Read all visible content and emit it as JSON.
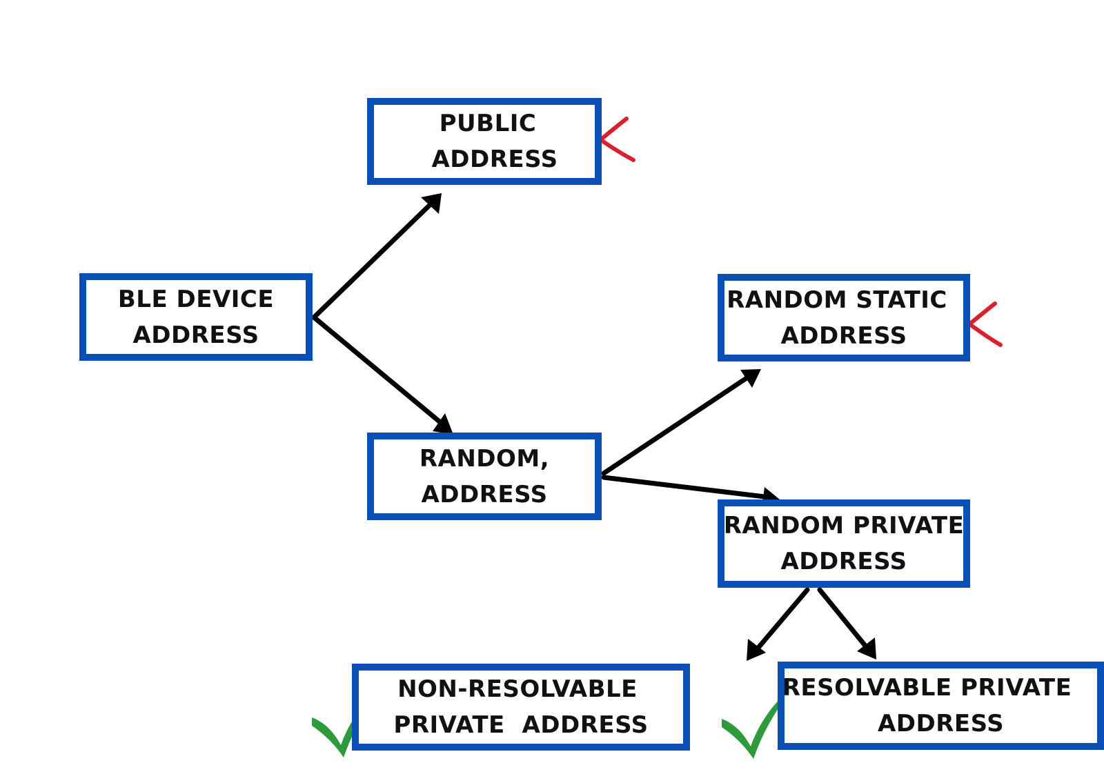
{
  "nodes": {
    "public_address": {
      "line1": "PUBLIC",
      "line2": "ADDRESS",
      "status": "rejected"
    },
    "ble_device_address": {
      "line1": "BLE DEVICE",
      "line2": "ADDRESS"
    },
    "random_address": {
      "line1": "RANDOM,",
      "line2": "ADDRESS"
    },
    "random_static_address": {
      "line1": "RANDOM STATIC",
      "line2": "ADDRESS",
      "status": "rejected"
    },
    "random_private_address": {
      "line1": "RANDOM PRIVATE",
      "line2": "ADDRESS"
    },
    "non_resolvable_private_address": {
      "line1": "NON-RESOLVABLE",
      "line2": "PRIVATE  ADDRESS",
      "status": "accepted"
    },
    "resolvable_private_address": {
      "line1": "RESOLVABLE PRIVATE",
      "line2": "ADDRESS",
      "status": "accepted"
    }
  },
  "edges": [
    {
      "from": "ble_device_address",
      "to": "public_address"
    },
    {
      "from": "ble_device_address",
      "to": "random_address"
    },
    {
      "from": "random_address",
      "to": "random_static_address"
    },
    {
      "from": "random_address",
      "to": "random_private_address"
    },
    {
      "from": "random_private_address",
      "to": "non_resolvable_private_address"
    },
    {
      "from": "random_private_address",
      "to": "resolvable_private_address"
    }
  ],
  "colors": {
    "box_border": "#0a4fb5",
    "arrow": "#000000",
    "cross_mark": "#d9212c",
    "check_mark": "#2e9a3c"
  },
  "icons": {
    "rejected": "cross-icon",
    "accepted": "check-icon"
  }
}
